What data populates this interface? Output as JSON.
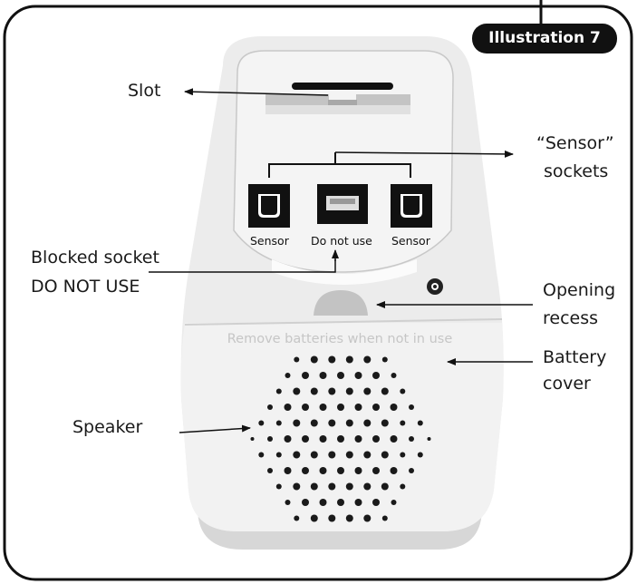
{
  "illustration_title": "Illustration 7",
  "labels": {
    "slot": "Slot",
    "sensor_sockets_line1": "“Sensor”",
    "sensor_sockets_line2": "sockets",
    "blocked_line1": "Blocked socket",
    "blocked_line2": "DO NOT USE",
    "opening_line1": "Opening",
    "opening_line2": "recess",
    "battery_line1": "Battery",
    "battery_line2": "cover",
    "speaker": "Speaker"
  },
  "sockets": [
    {
      "label": "Sensor"
    },
    {
      "label": "Do not use"
    },
    {
      "label": "Sensor"
    }
  ],
  "battery_cover_text": "Remove batteries when not in use",
  "icons": [
    "lock-icon"
  ]
}
